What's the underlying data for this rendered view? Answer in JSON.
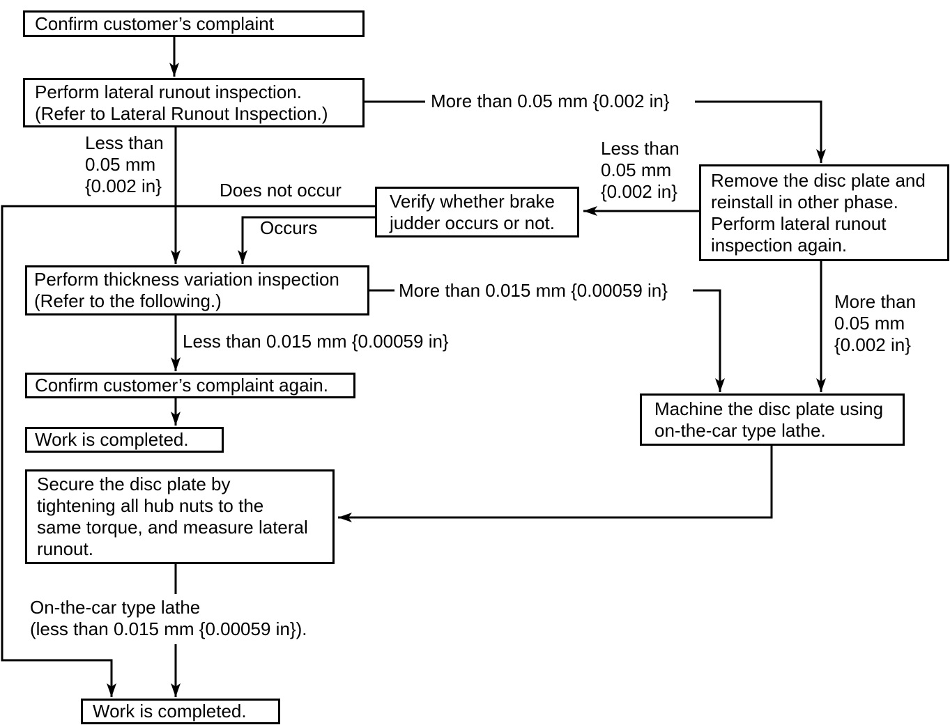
{
  "diagram": {
    "type": "flowchart",
    "colors": {
      "line": "#000000",
      "background": "#ffffff",
      "box_fill": "#ffffff"
    },
    "nodes": [
      {
        "id": "confirm-complaint",
        "text": "Confirm customer’s complaint"
      },
      {
        "id": "lateral-runout-inspection",
        "text": "Perform lateral runout inspection.\n(Refer to Lateral Runout Inspection.)"
      },
      {
        "id": "remove-disc-plate",
        "text": "Remove the disc plate and\nreinstall in other phase.\nPerform lateral runout\ninspection again."
      },
      {
        "id": "verify-brake-judder",
        "text": "Verify whether brake\njudder occurs or not."
      },
      {
        "id": "thickness-variation-inspection",
        "text": "Perform thickness variation inspection\n(Refer to the following.)"
      },
      {
        "id": "confirm-complaint-again",
        "text": "Confirm customer’s complaint again."
      },
      {
        "id": "work-completed-upper",
        "text": "Work is completed."
      },
      {
        "id": "machine-disc-plate",
        "text": "Machine the disc plate using\non-the-car type lathe."
      },
      {
        "id": "secure-disc-plate",
        "text": "Secure the disc plate by\ntightening all hub nuts to the\nsame torque, and measure lateral\nrunout."
      },
      {
        "id": "work-completed-lower",
        "text": "Work is completed."
      }
    ],
    "edge_labels": [
      {
        "id": "more-than-005-top",
        "text": "More than 0.05 mm {0.002 in}"
      },
      {
        "id": "less-than-005-left",
        "text": "Less than\n0.05 mm\n{0.002 in}"
      },
      {
        "id": "less-than-005-mid",
        "text": "Less than\n0.05 mm\n{0.002 in}"
      },
      {
        "id": "does-not-occur",
        "text": "Does not occur"
      },
      {
        "id": "occurs",
        "text": "Occurs"
      },
      {
        "id": "more-than-0015",
        "text": "More than 0.015 mm {0.00059 in}"
      },
      {
        "id": "more-than-005-right",
        "text": "More than\n0.05 mm\n{0.002 in}"
      },
      {
        "id": "less-than-0015",
        "text": "Less than 0.015 mm {0.00059 in}"
      },
      {
        "id": "on-the-car-lathe",
        "text": "On-the-car type lathe\n(less than 0.015 mm {0.00059 in})."
      }
    ]
  }
}
